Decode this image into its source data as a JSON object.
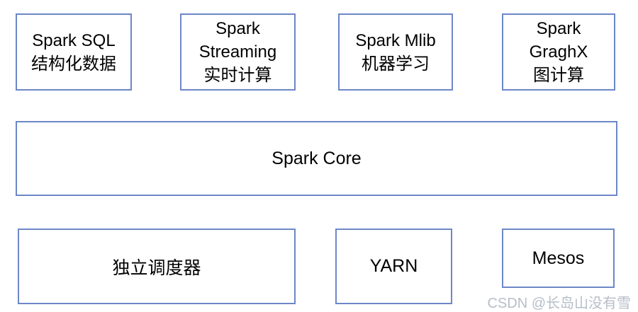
{
  "diagram": {
    "title_hint": "Spark ecosystem architecture",
    "colors": {
      "border": "#6d87c7",
      "text": "#000000",
      "background": "#ffffff",
      "watermark": "#b6bec8"
    },
    "top_row": [
      {
        "label": "Spark SQL\n结构化数据"
      },
      {
        "label": "Spark\nStreaming\n实时计算"
      },
      {
        "label": "Spark Mlib\n机器学习"
      },
      {
        "label": "Spark\nGraghX\n图计算"
      }
    ],
    "core": {
      "label": "Spark Core"
    },
    "bottom_row": [
      {
        "label": "独立调度器"
      },
      {
        "label": "YARN"
      },
      {
        "label": "Mesos"
      }
    ],
    "watermark": "CSDN @长岛山没有雪"
  }
}
